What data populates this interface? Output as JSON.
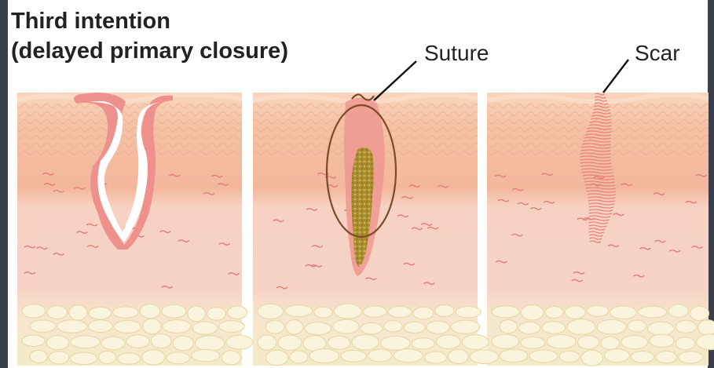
{
  "title": {
    "line1": "Third intention",
    "line2": "(delayed primary closure)"
  },
  "labels": {
    "suture": "Suture",
    "scar": "Scar"
  },
  "panels": [
    {
      "stage": "open-wound"
    },
    {
      "stage": "sutured-wound"
    },
    {
      "stage": "healed-scar"
    }
  ],
  "colors": {
    "epidermis": "#f7c7a8",
    "dermis_top": "#f4b99a",
    "dermis": "#f6d1c2",
    "fat": "#f6eccc",
    "fat_cell": "#fbf4dd",
    "wound_edge": "#ec8a86",
    "granulation": "#b59a3a",
    "suture_line": "#7a4a2a",
    "frame": "#3a3f4b"
  }
}
